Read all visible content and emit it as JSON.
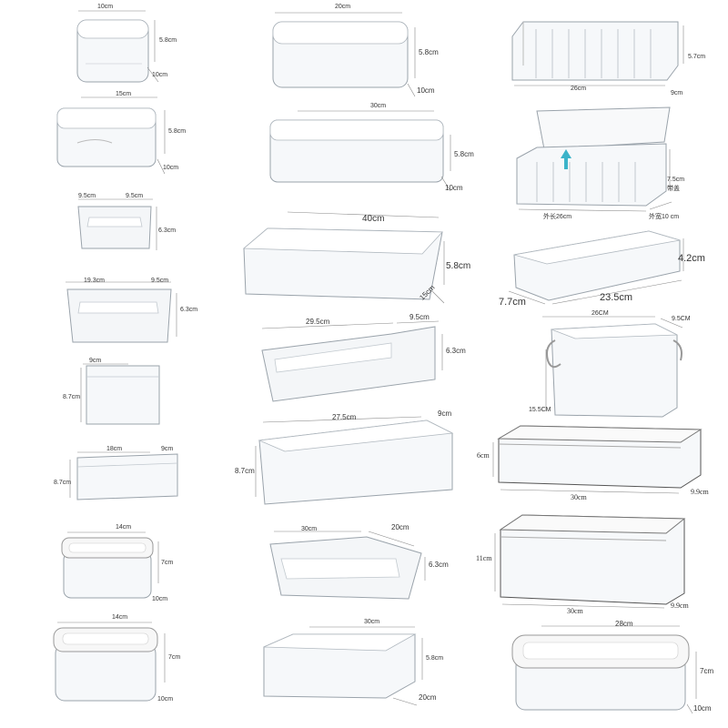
{
  "products": [
    {
      "id": "box-10x10",
      "dims": [
        "10cm",
        "5.8cm",
        "10cm"
      ]
    },
    {
      "id": "box-15x10",
      "dims": [
        "15cm",
        "5.8cm",
        "10cm"
      ]
    },
    {
      "id": "tray-9.5",
      "dims": [
        "9.5cm",
        "9.5cm",
        "6.3cm"
      ]
    },
    {
      "id": "tray-19.3",
      "dims": [
        "19.3cm",
        "9.5cm",
        "6.3cm"
      ]
    },
    {
      "id": "cube-9",
      "dims": [
        "9cm",
        "8.7cm"
      ]
    },
    {
      "id": "box-18",
      "dims": [
        "18cm",
        "9cm",
        "8.7cm"
      ]
    },
    {
      "id": "lid-14-a",
      "dims": [
        "14cm",
        "7cm",
        "10cm"
      ]
    },
    {
      "id": "lid-14-b",
      "dims": [
        "14cm",
        "7cm",
        "10cm"
      ]
    },
    {
      "id": "box-20",
      "dims": [
        "20cm",
        "5.8cm",
        "10cm"
      ]
    },
    {
      "id": "box-30",
      "dims": [
        "30cm",
        "5.8cm",
        "10cm"
      ]
    },
    {
      "id": "box-40",
      "dims": [
        "40cm",
        "5.8cm",
        "15cm"
      ]
    },
    {
      "id": "tray-29.5",
      "dims": [
        "29.5cm",
        "9.5cm",
        "6.3cm"
      ]
    },
    {
      "id": "box-27.5",
      "dims": [
        "27.5cm",
        "9cm",
        "8.7cm"
      ]
    },
    {
      "id": "tray-30x20",
      "dims": [
        "30cm",
        "20cm",
        "6.3cm"
      ]
    },
    {
      "id": "box-30x20",
      "dims": [
        "30cm",
        "5.8cm",
        "20cm"
      ]
    },
    {
      "id": "divider-26",
      "dims": [
        "26cm",
        "5.7cm",
        "9cm"
      ]
    },
    {
      "id": "lid-divider",
      "dims": [
        "7.5cm",
        "带盖",
        "外长26cm",
        "外宽10 cm"
      ]
    },
    {
      "id": "long-23.5",
      "dims": [
        "4.2cm",
        "7.7cm",
        "23.5cm"
      ]
    },
    {
      "id": "handle-26",
      "dims": [
        "26CM",
        "9.5CM",
        "15.5CM"
      ]
    },
    {
      "id": "lid-30-6",
      "dims": [
        "6cm",
        "30cm",
        "9.9cm"
      ]
    },
    {
      "id": "lid-30-11",
      "dims": [
        "11cm",
        "30cm",
        "9.9cm"
      ]
    },
    {
      "id": "lid-28",
      "dims": [
        "28cm",
        "7cm",
        "10cm"
      ]
    }
  ]
}
